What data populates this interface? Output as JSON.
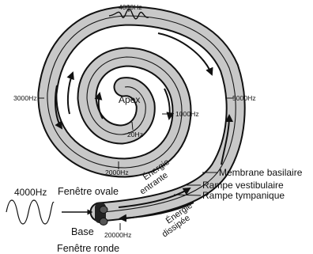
{
  "colors": {
    "duct_fill": "#c8c8c8",
    "outline": "#111111",
    "ticks": "#111111",
    "window": "#555555"
  },
  "frequencies": {
    "top": "4000Hz",
    "right": "5000Hz",
    "left": "3000Hz",
    "inner_right": "1000Hz",
    "inner_bottom": "20Hz",
    "bottom_mid": "2000Hz",
    "bottom_base": "20000Hz",
    "input": "4000Hz"
  },
  "labels": {
    "apex": "Apex",
    "base": "Base",
    "oval_window": "Fenêtre ovale",
    "round_window": "Fenêtre ronde",
    "energy_in_line1": "Énergie",
    "energy_in_line2": "entrante",
    "energy_out_line1": "Énergie",
    "energy_out_line2": "dissipée",
    "basilar_membrane": "Membrane basilaire",
    "scala_vestibuli": "Rampe vestibulaire",
    "scala_tympani": "Rampe tympanique"
  }
}
